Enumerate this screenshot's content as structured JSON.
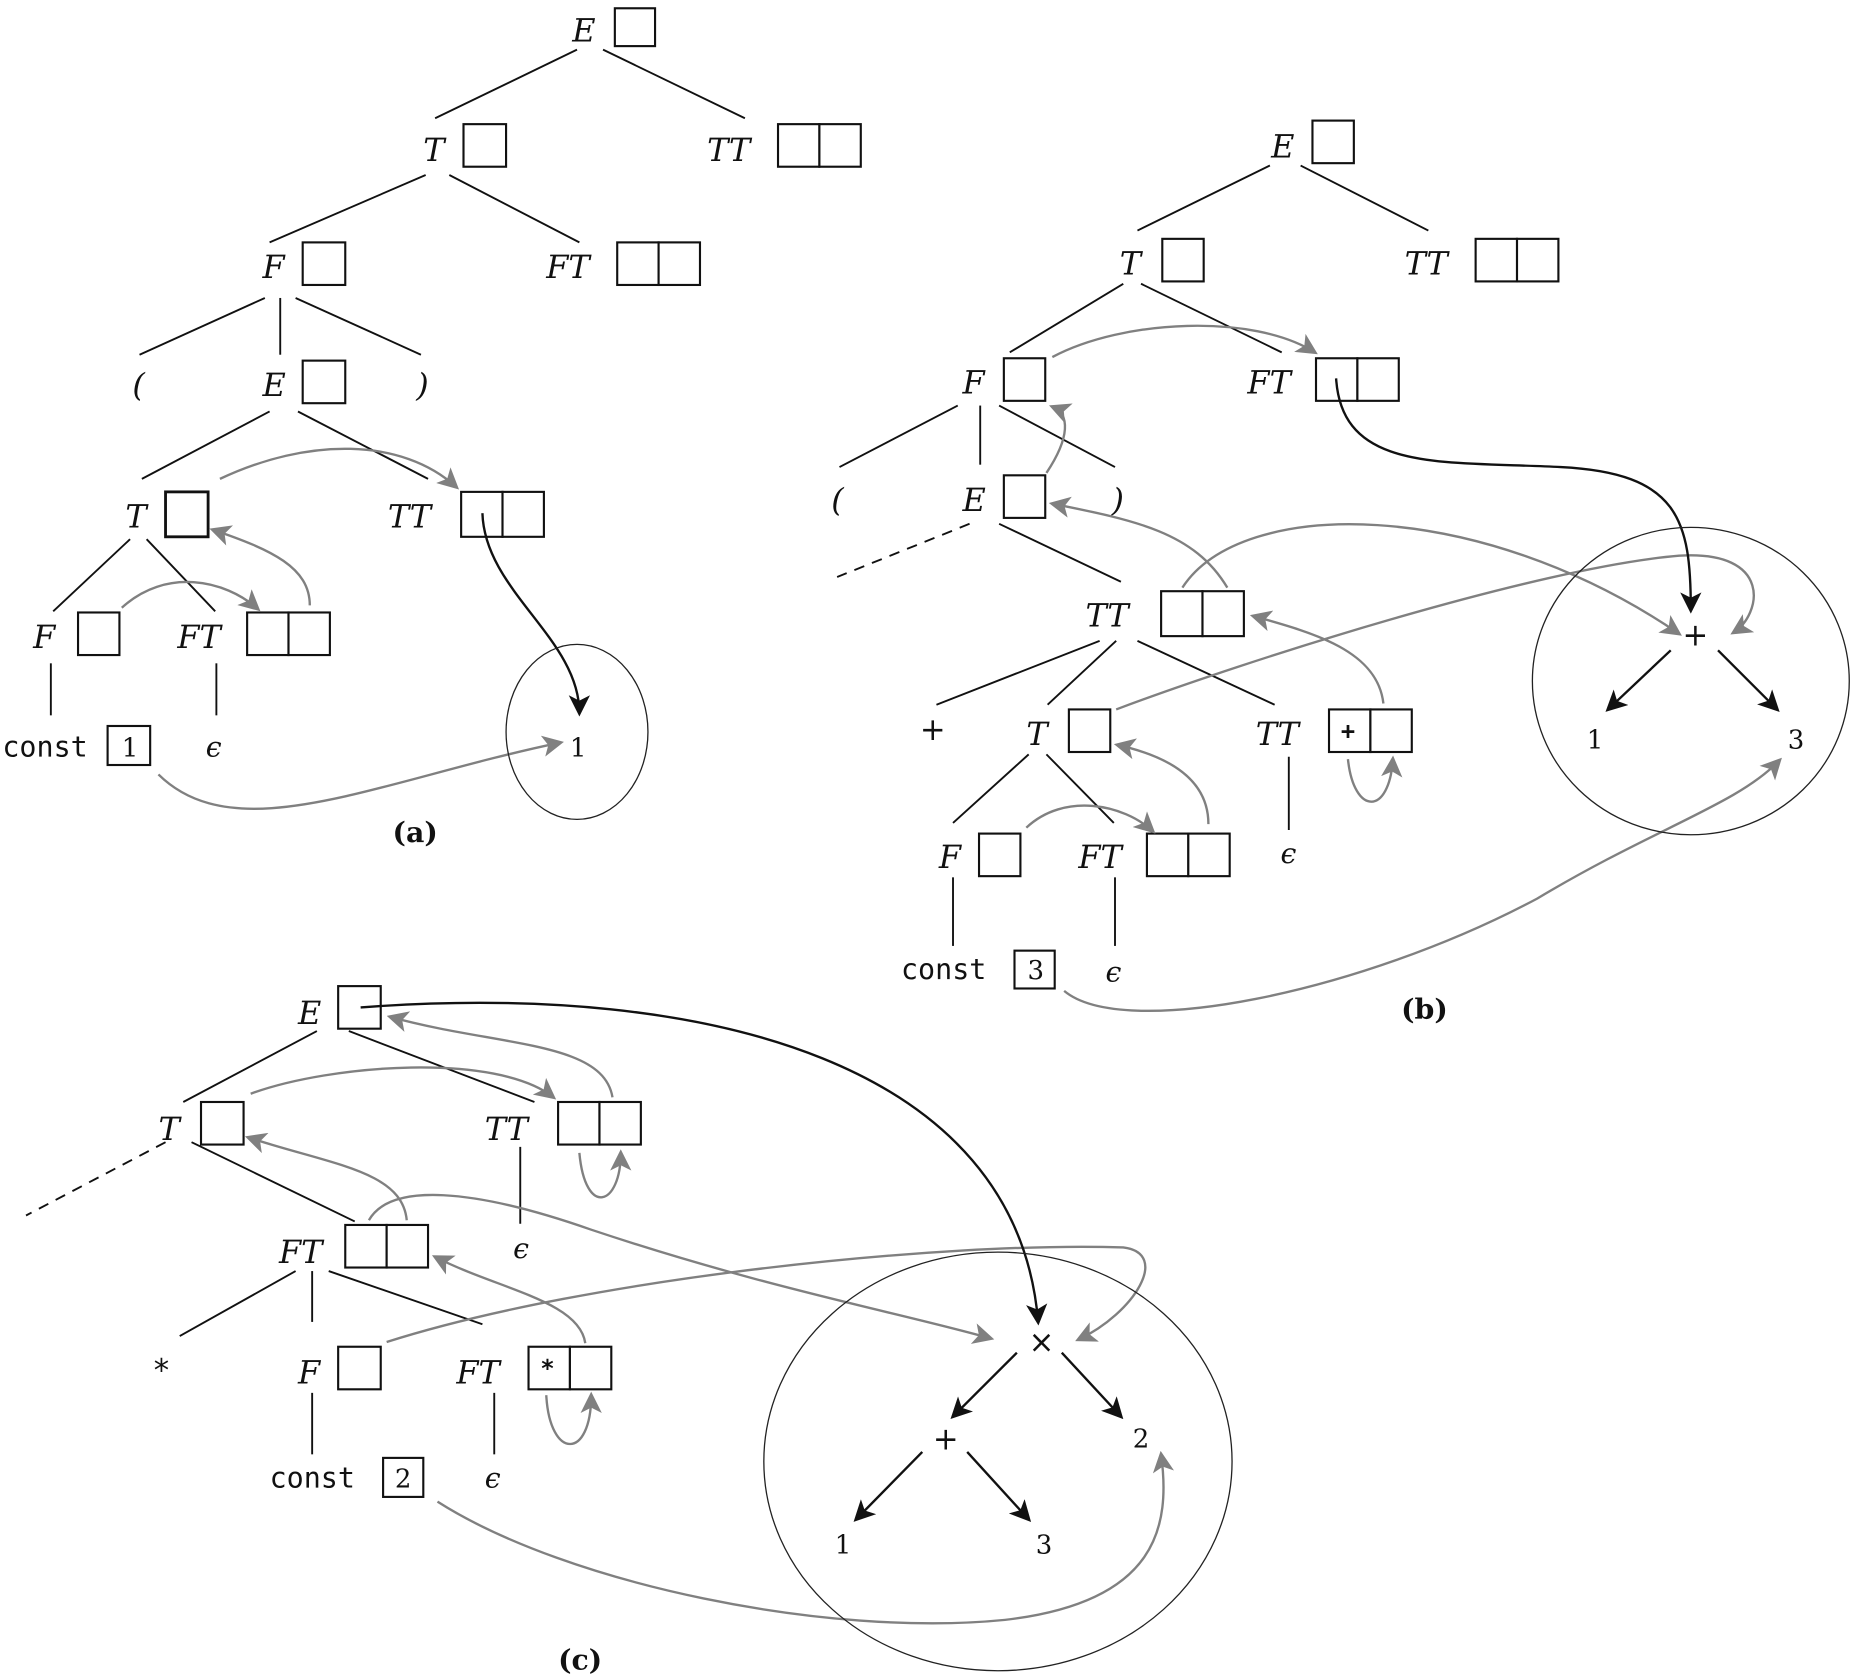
{
  "colors": {
    "ink": "#111111",
    "attribute_flow": "#808080",
    "tree_pointer": "#111111"
  },
  "panels": [
    {
      "caption": "(a)",
      "parse_nodes": [
        {
          "label": "E",
          "slots": 1,
          "slot_values": [
            ""
          ]
        },
        {
          "label": "T",
          "slots": 1,
          "slot_values": [
            ""
          ]
        },
        {
          "label": "TT",
          "slots": 2,
          "slot_values": [
            "",
            ""
          ]
        },
        {
          "label": "F",
          "slots": 1,
          "slot_values": [
            ""
          ]
        },
        {
          "label": "FT",
          "slots": 2,
          "slot_values": [
            "",
            ""
          ]
        },
        {
          "label": "(",
          "slots": 0
        },
        {
          "label": "E",
          "slots": 1,
          "slot_values": [
            ""
          ]
        },
        {
          "label": ")",
          "slots": 0
        },
        {
          "label": "T",
          "slots": 1,
          "slot_values": [
            ""
          ]
        },
        {
          "label": "TT",
          "slots": 2,
          "slot_values": [
            "",
            ""
          ]
        },
        {
          "label": "F",
          "slots": 1,
          "slot_values": [
            ""
          ]
        },
        {
          "label": "FT",
          "slots": 2,
          "slot_values": [
            "",
            ""
          ]
        },
        {
          "label": "const",
          "slots": 1,
          "slot_values": [
            "1"
          ]
        },
        {
          "label": "ϵ",
          "slots": 0
        }
      ],
      "syntax_tree": {
        "nodes": [
          "1"
        ]
      }
    },
    {
      "caption": "(b)",
      "parse_nodes": [
        {
          "label": "E",
          "slots": 1,
          "slot_values": [
            ""
          ]
        },
        {
          "label": "T",
          "slots": 1,
          "slot_values": [
            ""
          ]
        },
        {
          "label": "TT",
          "slots": 2,
          "slot_values": [
            "",
            ""
          ]
        },
        {
          "label": "F",
          "slots": 1,
          "slot_values": [
            ""
          ]
        },
        {
          "label": "FT",
          "slots": 2,
          "slot_values": [
            "",
            ""
          ]
        },
        {
          "label": "(",
          "slots": 0
        },
        {
          "label": "E",
          "slots": 1,
          "slot_values": [
            ""
          ]
        },
        {
          "label": ")",
          "slots": 0
        },
        {
          "label": "TT",
          "slots": 2,
          "slot_values": [
            "",
            ""
          ]
        },
        {
          "label": "+",
          "slots": 0
        },
        {
          "label": "T",
          "slots": 1,
          "slot_values": [
            ""
          ]
        },
        {
          "label": "TT",
          "slots": 2,
          "slot_values": [
            "+",
            ""
          ]
        },
        {
          "label": "F",
          "slots": 1,
          "slot_values": [
            ""
          ]
        },
        {
          "label": "FT",
          "slots": 2,
          "slot_values": [
            "",
            ""
          ]
        },
        {
          "label": "ϵ",
          "slots": 0
        },
        {
          "label": "const",
          "slots": 1,
          "slot_values": [
            "3"
          ]
        },
        {
          "label": "ϵ",
          "slots": 0
        }
      ],
      "syntax_tree": {
        "nodes": [
          "+",
          "1",
          "3"
        ]
      }
    },
    {
      "caption": "(c)",
      "parse_nodes": [
        {
          "label": "E",
          "slots": 1,
          "slot_values": [
            ""
          ]
        },
        {
          "label": "T",
          "slots": 1,
          "slot_values": [
            ""
          ]
        },
        {
          "label": "TT",
          "slots": 2,
          "slot_values": [
            "",
            ""
          ]
        },
        {
          "label": "FT",
          "slots": 2,
          "slot_values": [
            "",
            ""
          ]
        },
        {
          "label": "ϵ",
          "slots": 0
        },
        {
          "label": "*",
          "slots": 0
        },
        {
          "label": "F",
          "slots": 1,
          "slot_values": [
            ""
          ]
        },
        {
          "label": "FT",
          "slots": 2,
          "slot_values": [
            "*",
            ""
          ]
        },
        {
          "label": "const",
          "slots": 1,
          "slot_values": [
            "2"
          ]
        },
        {
          "label": "ϵ",
          "slots": 0
        }
      ],
      "syntax_tree": {
        "nodes": [
          "×",
          "+",
          "2",
          "1",
          "3"
        ]
      }
    }
  ]
}
